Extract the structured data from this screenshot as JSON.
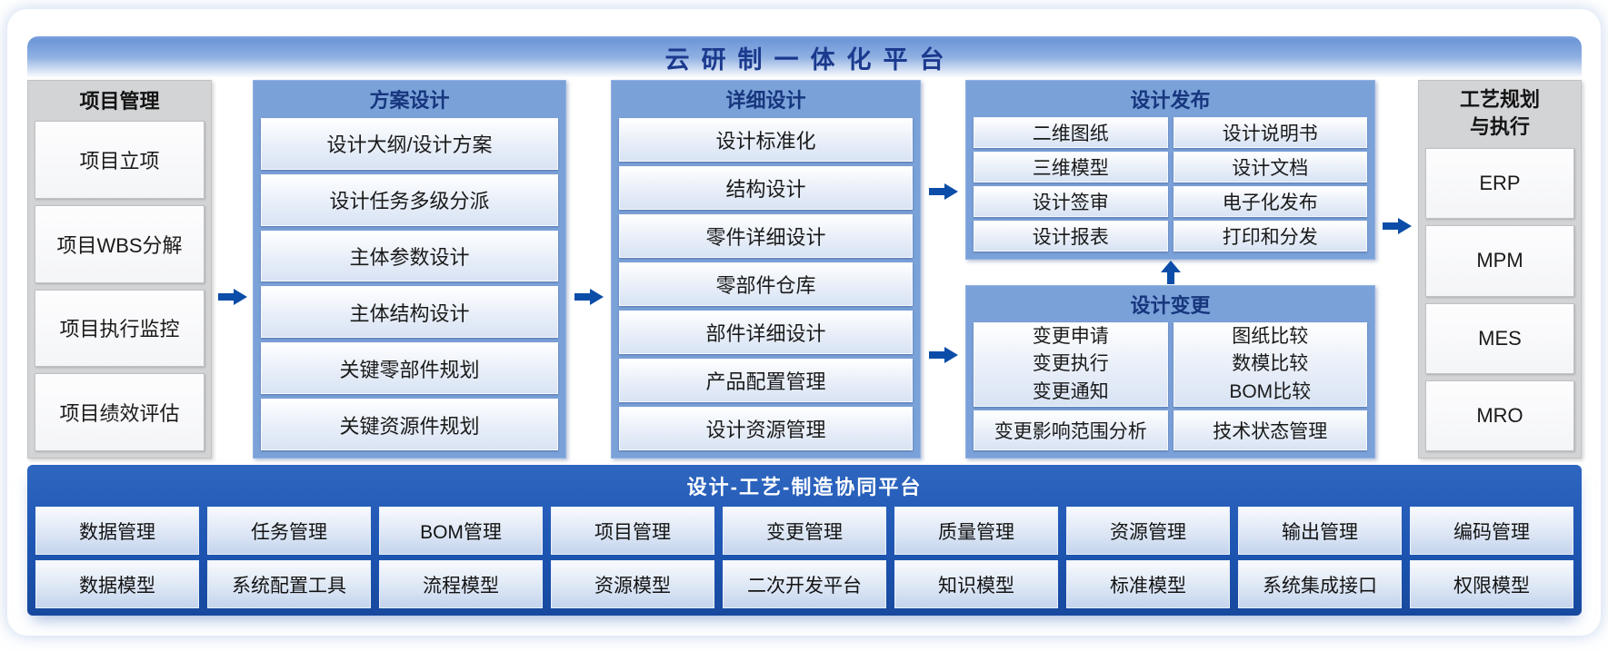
{
  "title": "云研制一体化平台",
  "project": {
    "header": "项目管理",
    "items": [
      "项目立项",
      "项目WBS分解",
      "项目执行监控",
      "项目绩效评估"
    ]
  },
  "scheme": {
    "header": "方案设计",
    "items": [
      "设计大纲/设计方案",
      "设计任务多级分派",
      "主体参数设计",
      "主体结构设计",
      "关键零部件规划",
      "关键资源件规划"
    ]
  },
  "detail": {
    "header": "详细设计",
    "items": [
      "设计标准化",
      "结构设计",
      "零件详细设计",
      "零部件仓库",
      "部件详细设计",
      "产品配置管理",
      "设计资源管理"
    ]
  },
  "release": {
    "header": "设计发布",
    "cells": [
      "二维图纸",
      "设计说明书",
      "三维模型",
      "设计文档",
      "设计签审",
      "电子化发布",
      "设计报表",
      "打印和分发"
    ]
  },
  "change": {
    "header": "设计变更",
    "cells": [
      "变更申请\n变更执行\n变更通知",
      "图纸比较\n数模比较\nBOM比较",
      "变更影响范围分析",
      "技术状态管理"
    ]
  },
  "process": {
    "header": "工艺规划\n与执行",
    "items": [
      "ERP",
      "MPM",
      "MES",
      "MRO"
    ]
  },
  "platform": {
    "title": "设计-工艺-制造协同平台",
    "row1": [
      "数据管理",
      "任务管理",
      "BOM管理",
      "项目管理",
      "变更管理",
      "质量管理",
      "资源管理",
      "输出管理",
      "编码管理"
    ],
    "row2": [
      "数据模型",
      "系统配置工具",
      "流程模型",
      "资源模型",
      "二次开发平台",
      "知识模型",
      "标准模型",
      "系统集成接口",
      "权限模型"
    ]
  },
  "colors": {
    "banner_text": "#1b3a8e",
    "panel_header_blue": "#7ba1d9",
    "panel_header_text": "#16367d",
    "arrow_blue": "#0b4da8",
    "platform_blue": "#1d55b2",
    "gray_panel": "#d3d4d6"
  }
}
